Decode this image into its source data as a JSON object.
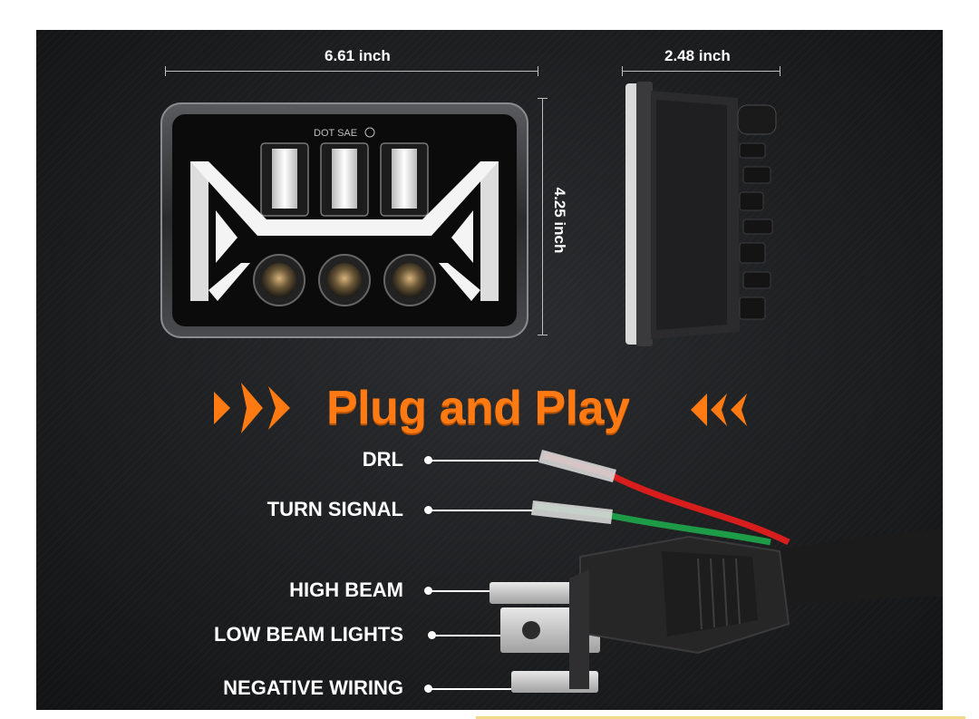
{
  "dimensions": {
    "width_label": "6.61 inch",
    "depth_label": "2.48 inch",
    "height_label": "4.25 inch"
  },
  "headlight": {
    "badge_text": "DOT SAE"
  },
  "headline": "Plug and Play",
  "wires": [
    {
      "label": "DRL"
    },
    {
      "label": "TURN SIGNAL"
    },
    {
      "label": "HIGH BEAM"
    },
    {
      "label": "LOW BEAM LIGHTS"
    },
    {
      "label": "NEGATIVE WIRING"
    }
  ],
  "colors": {
    "accent": "#ff7a12",
    "wire_red": "#d81d1d",
    "wire_green": "#1e9b46",
    "drl_white": "#f4f4f4"
  }
}
